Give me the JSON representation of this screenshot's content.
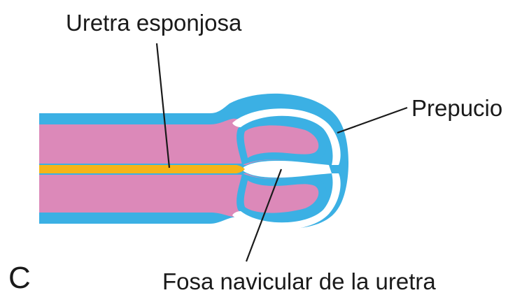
{
  "labels": {
    "spongy_urethra": "Uretra esponjosa",
    "prepuce": "Prepucio",
    "navicular_fossa": "Fosa navicular de la uretra",
    "panel": "C"
  },
  "colors": {
    "background": "#ffffff",
    "epithelium_blue": "#3bb0e4",
    "tissue_pink": "#dc89b9",
    "urethra_yellow": "#f6b418",
    "outline": "#1a1a1a"
  }
}
